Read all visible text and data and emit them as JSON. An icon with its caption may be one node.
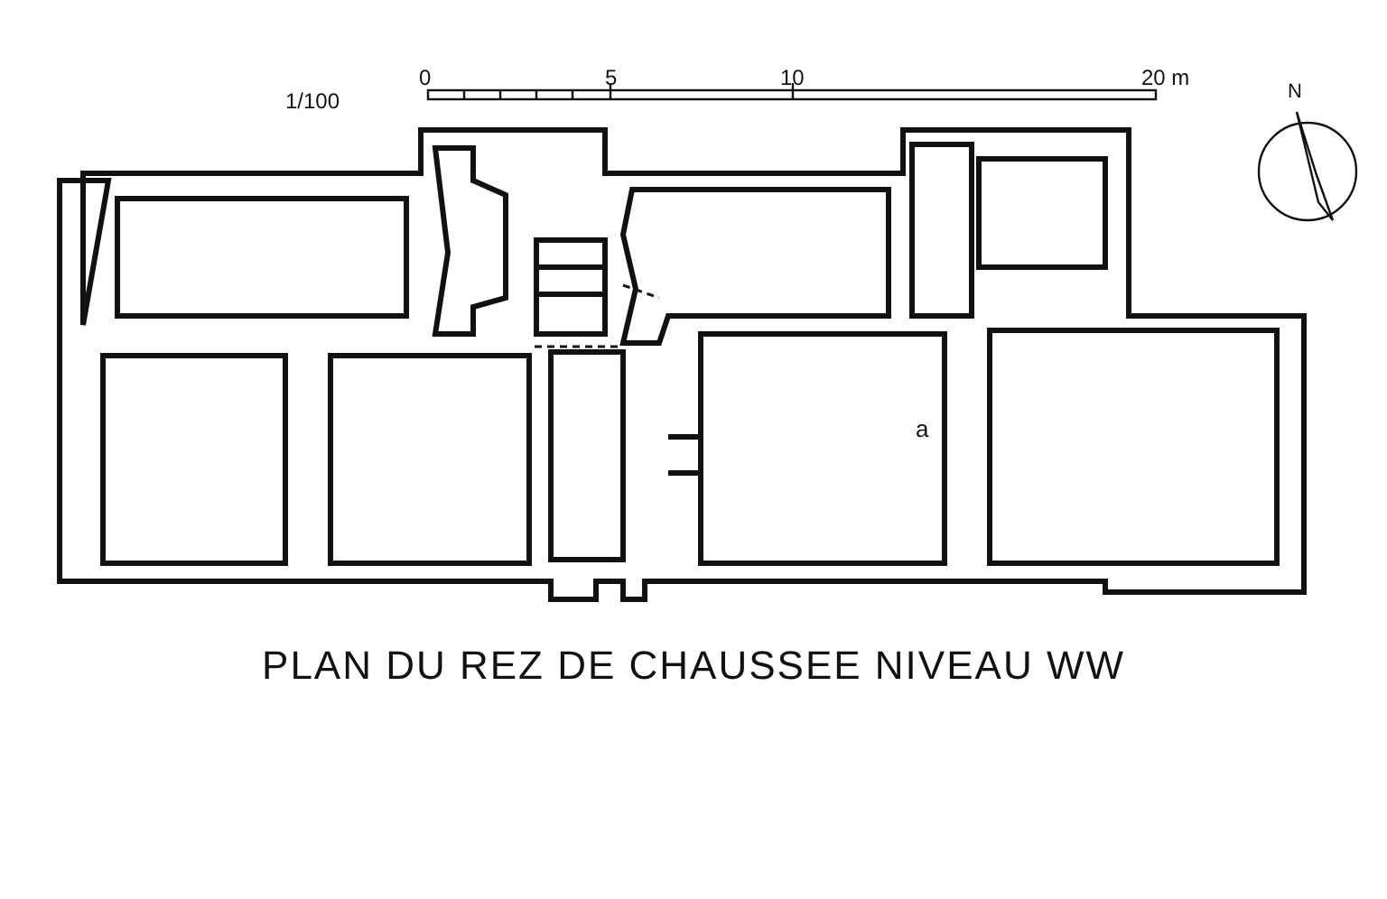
{
  "diagram": {
    "caption": "PLAN DU REZ DE CHAUSSEE NIVEAU WW",
    "labels": [
      "1/100",
      "0",
      "5",
      "10",
      "20 m",
      "N",
      "a"
    ]
  }
}
